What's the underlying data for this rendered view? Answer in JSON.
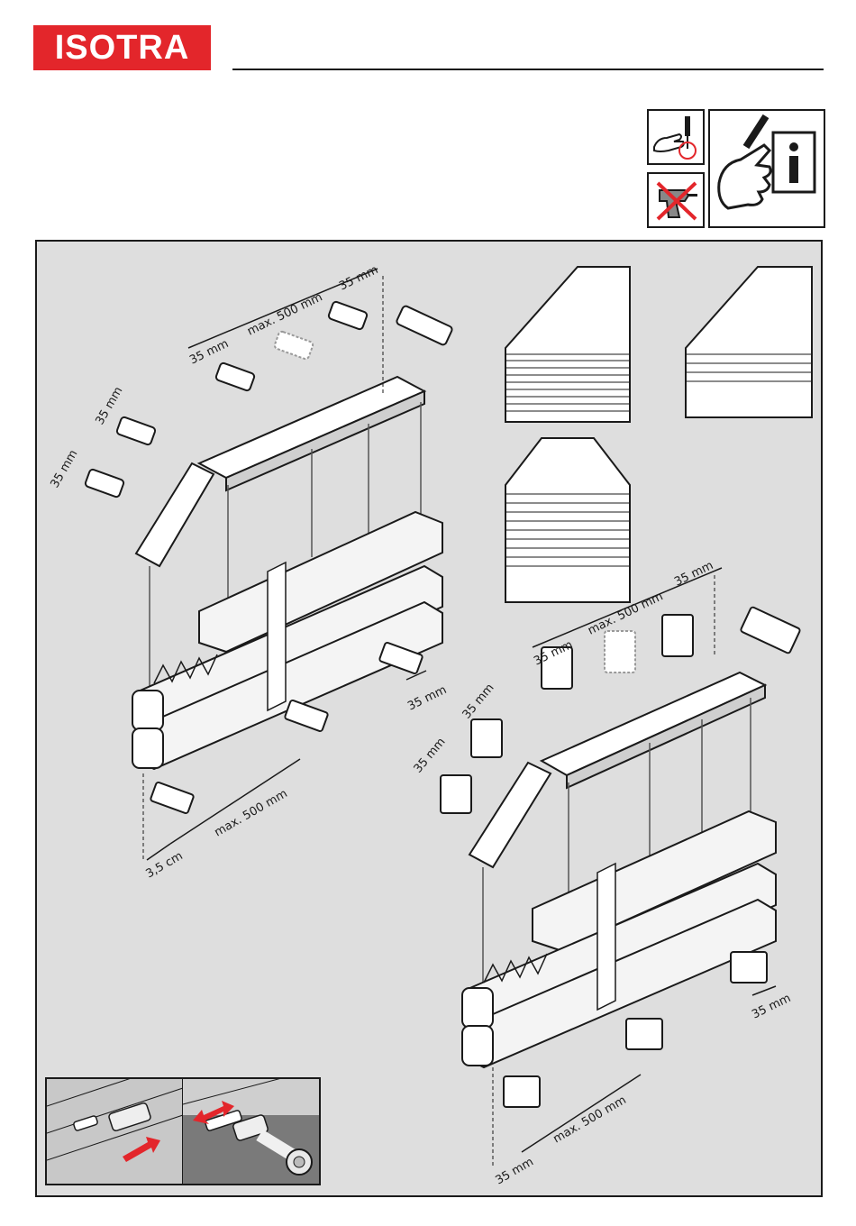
{
  "brand": {
    "logo_text": "ISOTRA",
    "color": "#e3262b"
  },
  "icons": {
    "top_left": "hand-screwdriver-icon",
    "bottom_left": "no-power-drill-icon",
    "right": "manual-info-icon"
  },
  "labels": {
    "mm35": "35 mm",
    "max500": "max. 500 mm",
    "cm35": "3,5 cm"
  },
  "colors": {
    "panel": "#dedede",
    "arrow": "#e3262b"
  }
}
